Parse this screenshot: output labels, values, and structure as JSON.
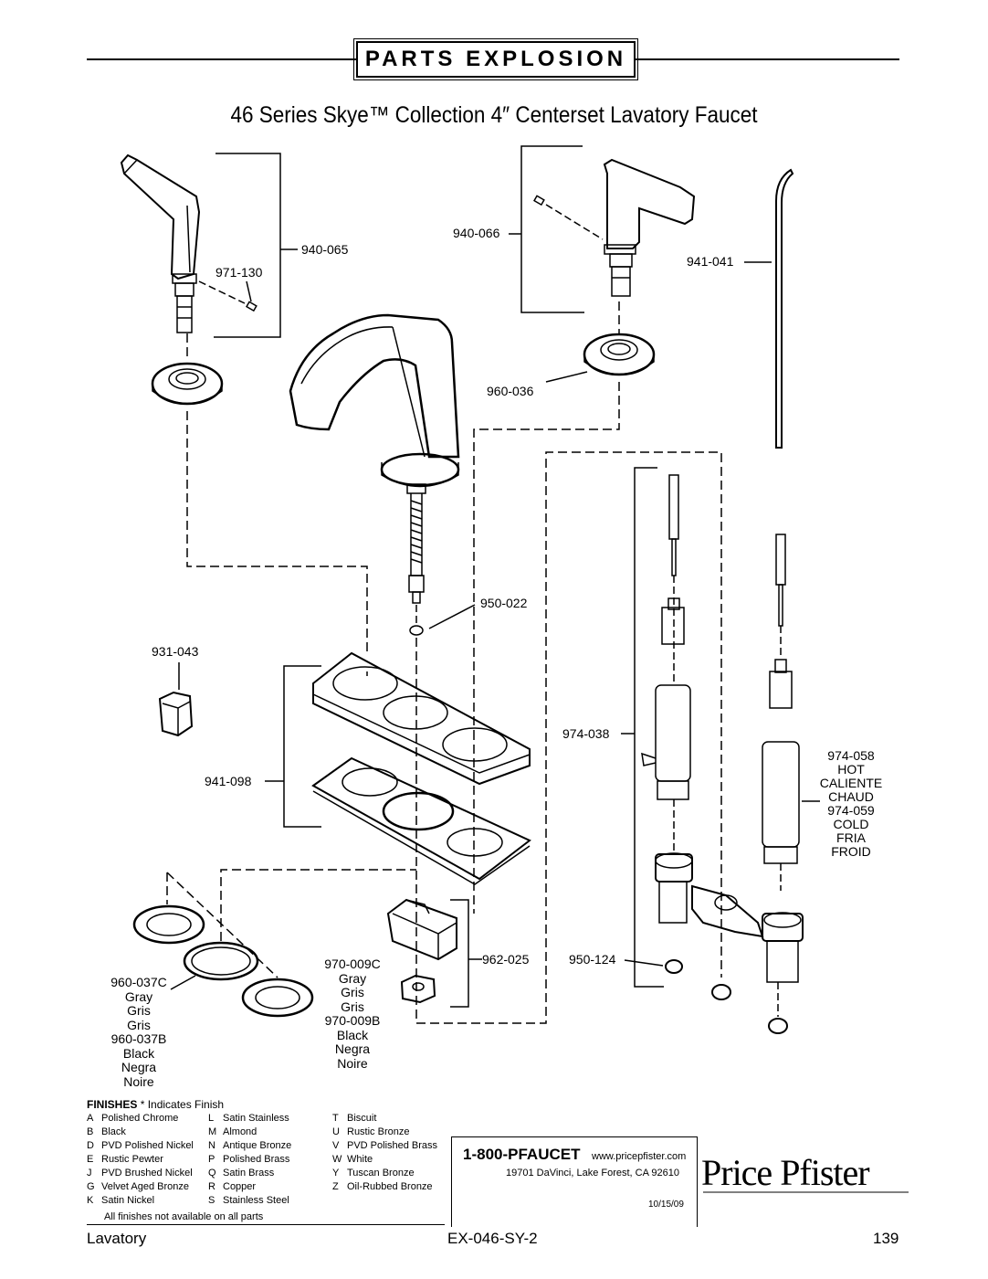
{
  "header": {
    "banner": "PARTS EXPLOSION",
    "title": "46 Series Skye™ Collection 4″ Centerset Lavatory Faucet"
  },
  "parts": {
    "p940_065": "940-065",
    "p971_130": "971-130",
    "p940_066": "940-066",
    "p941_041": "941-041",
    "p960_036": "960-036",
    "p950_022": "950-022",
    "p931_043": "931-043",
    "p974_038": "974-038",
    "p941_098": "941-098",
    "p974_058_block": [
      "974-058",
      "HOT",
      "CALIENTE",
      "CHAUD",
      "974-059",
      "COLD",
      "FRIA",
      "FROID"
    ],
    "p970_block": [
      "970-009C",
      "Gray",
      "Gris",
      "Gris",
      "970-009B",
      "Black",
      "Negra",
      "Noire"
    ],
    "p962_025": "962-025",
    "p950_124": "950-124",
    "p960_037_block": [
      "960-037C",
      "Gray",
      "Gris",
      "Gris",
      "960-037B",
      "Black",
      "Negra",
      "Noire"
    ]
  },
  "finishes": {
    "heading": "FINISHES",
    "heading_note": "* Indicates Finish",
    "col1": [
      [
        "A",
        "Polished Chrome"
      ],
      [
        "B",
        "Black"
      ],
      [
        "D",
        "PVD Polished Nickel"
      ],
      [
        "E",
        "Rustic Pewter"
      ],
      [
        "J",
        "PVD Brushed Nickel"
      ],
      [
        "G",
        "Velvet Aged Bronze"
      ],
      [
        "K",
        "Satin Nickel"
      ]
    ],
    "col2": [
      [
        "L",
        "Satin Stainless"
      ],
      [
        "M",
        "Almond"
      ],
      [
        "N",
        "Antique Bronze"
      ],
      [
        "P",
        "Polished Brass"
      ],
      [
        "Q",
        "Satin Brass"
      ],
      [
        "R",
        "Copper"
      ],
      [
        "S",
        "Stainless Steel"
      ]
    ],
    "col3": [
      [
        "T",
        "Biscuit"
      ],
      [
        "U",
        "Rustic Bronze"
      ],
      [
        "V",
        "PVD Polished Brass"
      ],
      [
        "W",
        "White"
      ],
      [
        "Y",
        "Tuscan Bronze"
      ],
      [
        "Z",
        "Oil-Rubbed Bronze"
      ]
    ],
    "note": "All finishes not available on all parts"
  },
  "contact": {
    "phone": "1-800-PFAUCET",
    "website": "www.pricepfister.com",
    "address": "19701 DaVinci, Lake Forest, CA  92610",
    "date": "10/15/09"
  },
  "brand": {
    "logo_text": "Price Pfister"
  },
  "footer": {
    "left": "Lavatory",
    "center": "EX-046-SY-2",
    "right": "139"
  }
}
